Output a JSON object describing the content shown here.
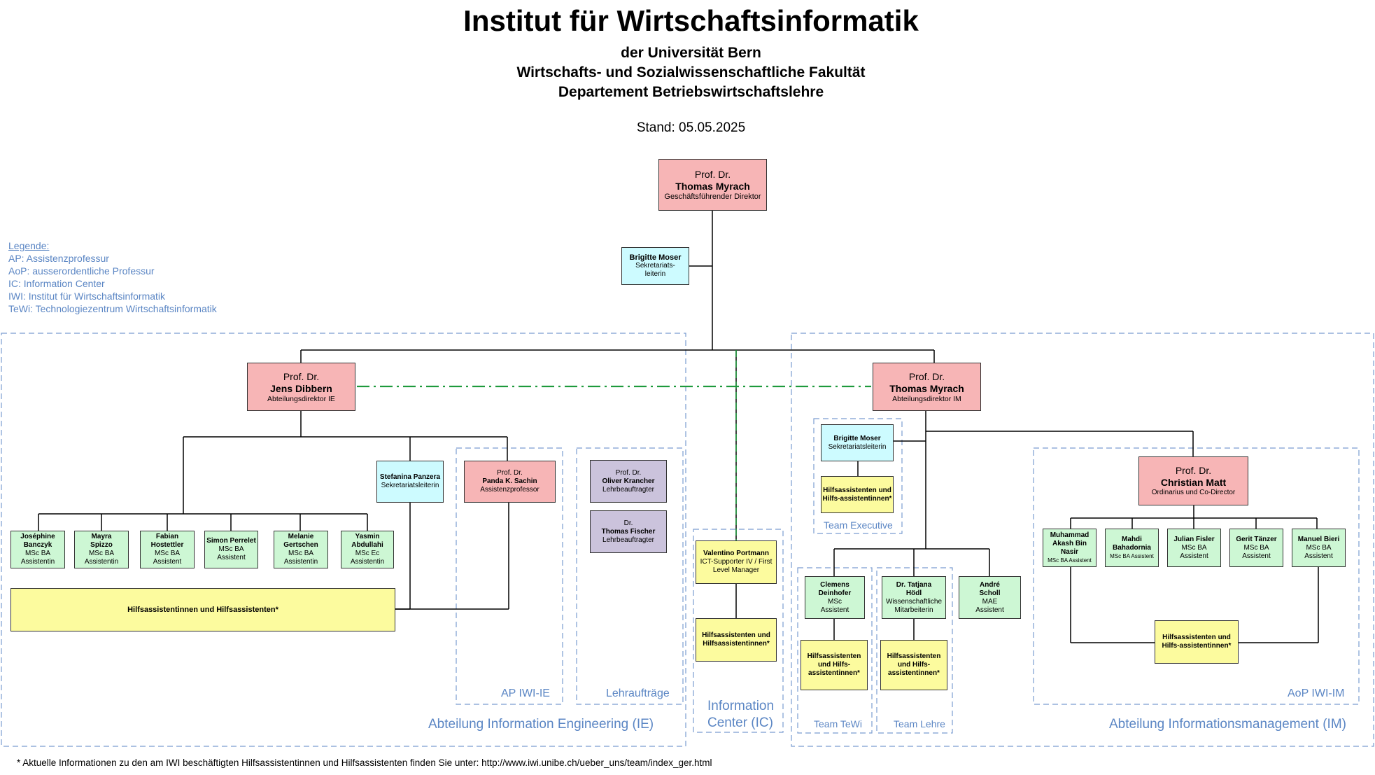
{
  "header": {
    "title": "Institut für Wirtschaftsinformatik",
    "line1": "der Universität Bern",
    "line2": "Wirtschafts- und Sozialwissenschaftliche Fakultät",
    "line3": "Departement Betriebswirtschaftslehre",
    "stand": "Stand: 05.05.2025"
  },
  "legend": {
    "title": "Legende:",
    "items": [
      "AP: Assistenzprofessur",
      "AoP: ausserordentliche Professur",
      "IC: Information Center",
      "IWI: Institut für Wirtschaftsinformatik",
      "TeWi: Technologiezentrum Wirtschaftsinformatik"
    ]
  },
  "colors": {
    "professor": "#f7b5b6",
    "secretariat": "#cdfbff",
    "assistant": "#cdf7d4",
    "helper": "#fcfb9e",
    "lecturer": "#cbc3dc",
    "zone_border": "#7a9cd0",
    "link_green": "#1e9a3c"
  },
  "boxes": {
    "director": {
      "title": "Prof. Dr.",
      "name": "Thomas Myrach",
      "role": "Geschäftsführender Direktor"
    },
    "moser_top": {
      "name": "Brigitte Moser",
      "role1": "Sekretariats-",
      "role2": "leiterin"
    },
    "dibbern": {
      "title": "Prof. Dr.",
      "name": "Jens Dibbern",
      "role": "Abteilungsdirektor IE"
    },
    "myrach_im": {
      "title": "Prof. Dr.",
      "name": "Thomas Myrach",
      "role": "Abteilungsdirektor IM"
    },
    "panzera": {
      "name": "Stefanina Panzera",
      "role": "Sekretariatsleiterin"
    },
    "sachin": {
      "title": "Prof. Dr.",
      "name": "Panda K. Sachin",
      "role": "Assistenzprofessor"
    },
    "krancher": {
      "title": "Prof. Dr.",
      "name": "Oliver Krancher",
      "role": "Lehrbeauftragter"
    },
    "fischer": {
      "title": "Dr.",
      "name": "Thomas Fischer",
      "role": "Lehrbeauftragter"
    },
    "ie_staff": [
      {
        "name1": "Joséphine",
        "name2": "Banczyk",
        "deg": "MSc BA",
        "role": "Assistentin"
      },
      {
        "name1": "Mayra",
        "name2": "Spizzo",
        "deg": "MSc BA",
        "role": "Assistentin"
      },
      {
        "name1": "Fabian",
        "name2": "Hostettler",
        "deg": "MSc BA",
        "role": "Assistent"
      },
      {
        "name1": "Simon Perrelet",
        "name2": "",
        "deg": "MSc BA",
        "role": "Assistent"
      },
      {
        "name1": "Melanie",
        "name2": "Gertschen",
        "deg": "MSc BA",
        "role": "Assistentin"
      },
      {
        "name1": "Yasmin",
        "name2": "Abdullahi",
        "deg": "MSc Ec",
        "role": "Assistentin"
      }
    ],
    "ie_helpers": "Hilfsassistentinnen und Hilfsassistenten*",
    "portmann": {
      "name": "Valentino Portmann",
      "role1": "ICT-Supporter IV / First",
      "role2": "Level Manager"
    },
    "ic_helpers": {
      "l1": "Hilfsassistenten und",
      "l2": "Hilfsassistentinnen*"
    },
    "moser_im": {
      "name": "Brigitte Moser",
      "role": "Sekretariatsleiterin"
    },
    "exec_helpers": {
      "l1": "Hilfsassistenten und",
      "l2": "Hilfs-assistentinnen*"
    },
    "deinhofer": {
      "name1": "Clemens",
      "name2": "Deinhofer",
      "deg": "MSc",
      "role": "Assistent"
    },
    "hoedl": {
      "name1": "Dr. Tatjana",
      "name2": "Hödl",
      "role1": "Wissenschaftliche",
      "role2": "Mitarbeiterin"
    },
    "scholl": {
      "name1": "André",
      "name2": "Scholl",
      "deg": "MAE",
      "role": "Assistent"
    },
    "tewi_helpers": {
      "l1": "Hilfsassistenten",
      "l2": "und Hilfs-",
      "l3": "assistentinnen*"
    },
    "lehre_helpers": {
      "l1": "Hilfsassistenten",
      "l2": "und Hilfs-",
      "l3": "assistentinnen*"
    },
    "matt": {
      "title": "Prof. Dr.",
      "name": "Christian Matt",
      "role": "Ordinarius und Co-Director"
    },
    "im_staff": [
      {
        "n1": "Muhammad",
        "n2": "Akash Bin",
        "n3": "Nasir",
        "deg": "MSc BA Assistent"
      },
      {
        "n1": "Mahdi",
        "n2": "Bahadornia",
        "n3": "",
        "deg": "MSc BA Assistent"
      },
      {
        "n1": "Julian Fisler",
        "n2": "",
        "n3": "",
        "deg": "MSc BA",
        "role": "Assistent"
      },
      {
        "n1": "Gerit Tänzer",
        "n2": "",
        "n3": "",
        "deg": "MSc BA",
        "role": "Assistent"
      },
      {
        "n1": "Manuel Bieri",
        "n2": "",
        "n3": "",
        "deg": "MSc BA",
        "role": "Assistent"
      }
    ],
    "aop_helpers": {
      "l1": "Hilfsassistenten und",
      "l2": "Hilfs-assistentinnen*"
    }
  },
  "zones": {
    "ie": "Abteilung Information Engineering (IE)",
    "ap": "AP IWI-IE",
    "lehr": "Lehraufträge",
    "ic1": "Information",
    "ic2": "Center (IC)",
    "exec": "Team Executive",
    "tewi": "Team TeWi",
    "lehre": "Team Lehre",
    "im": "Abteilung Informationsmanagement (IM)",
    "aop": "AoP IWI-IM"
  },
  "footnote": "* Aktuelle Informationen zu den am IWI beschäftigten Hilfsassistentinnen und Hilfsassistenten finden Sie unter: http://www.iwi.unibe.ch/ueber_uns/team/index_ger.html"
}
